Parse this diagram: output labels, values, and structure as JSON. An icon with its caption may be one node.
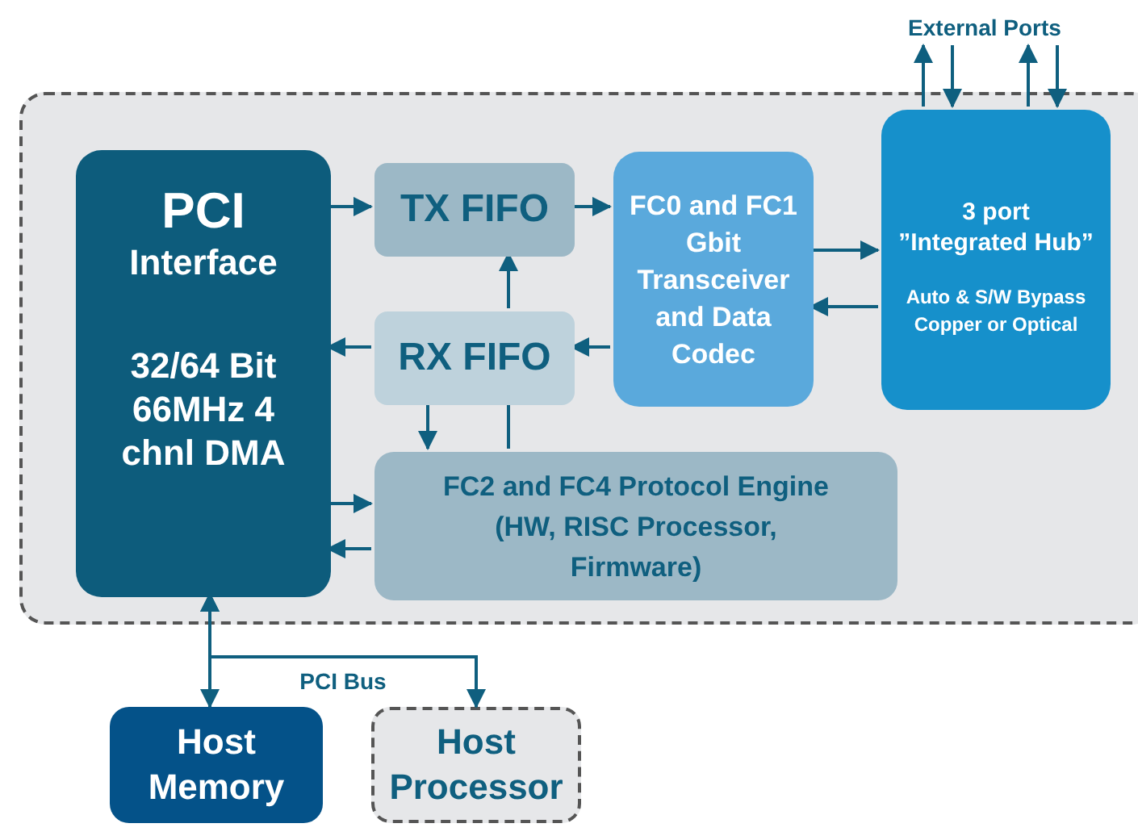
{
  "diagram": {
    "nodes": [
      {
        "text": [],
        "shape": "box"
      },
      {
        "text": [
          "PCI",
          "Interface",
          "32/64 Bit 66MHz 4 chnl DMA"
        ],
        "in": 0
      },
      {
        "text": [
          "TX FIFO"
        ],
        "in": 0
      },
      {
        "text": [
          "FC0 and FC1 Gbit Transceiver and Data Codec"
        ],
        "in": 0
      },
      {
        "text": [
          "3 port ”Integrated Hub”",
          "Auto & S/W Bypass Copper or Optical"
        ],
        "in": 0
      },
      {
        "text": [
          "RX FIFO"
        ],
        "in": 0
      },
      {
        "text": [
          "FC2 and FC4 Protocol Engine (HW, RISC Processor, Firmware)"
        ],
        "in": 0
      },
      {
        "text": [
          "Host Memory"
        ]
      },
      {
        "text": [
          "Host Processor"
        ]
      },
      {
        "text": [
          "External Ports"
        ]
      }
    ],
    "edges": [
      {
        "from": 1,
        "to": 2,
        "arrow": "to"
      },
      {
        "from": 2,
        "to": 3,
        "arrow": "to"
      },
      {
        "from": 3,
        "to": 4,
        "arrow": "to"
      },
      {
        "from": 4,
        "to": 3,
        "arrow": "to"
      },
      {
        "from": 3,
        "to": 5,
        "arrow": "to"
      },
      {
        "from": 5,
        "to": 1,
        "arrow": "to"
      },
      {
        "from": 5,
        "to": 6,
        "arrow": "to"
      },
      {
        "from": 6,
        "to": 5,
        "arrow": "none"
      },
      {
        "from": 5,
        "to": 2,
        "arrow": "to"
      },
      {
        "from": 1,
        "to": 6,
        "arrow": "to"
      },
      {
        "from": 6,
        "to": 1,
        "arrow": "to"
      },
      {
        "from": 1,
        "to": 7,
        "arrow": "both"
      },
      {
        "from": 1,
        "to": 8,
        "arrow": "both",
        "label": "PCI Bus"
      },
      {
        "from": 4,
        "to": 9,
        "arrow": "to"
      },
      {
        "from": 9,
        "to": 4,
        "arrow": "to"
      },
      {
        "from": 4,
        "to": 9,
        "arrow": "to"
      },
      {
        "from": 9,
        "to": 4,
        "arrow": "to"
      }
    ]
  }
}
